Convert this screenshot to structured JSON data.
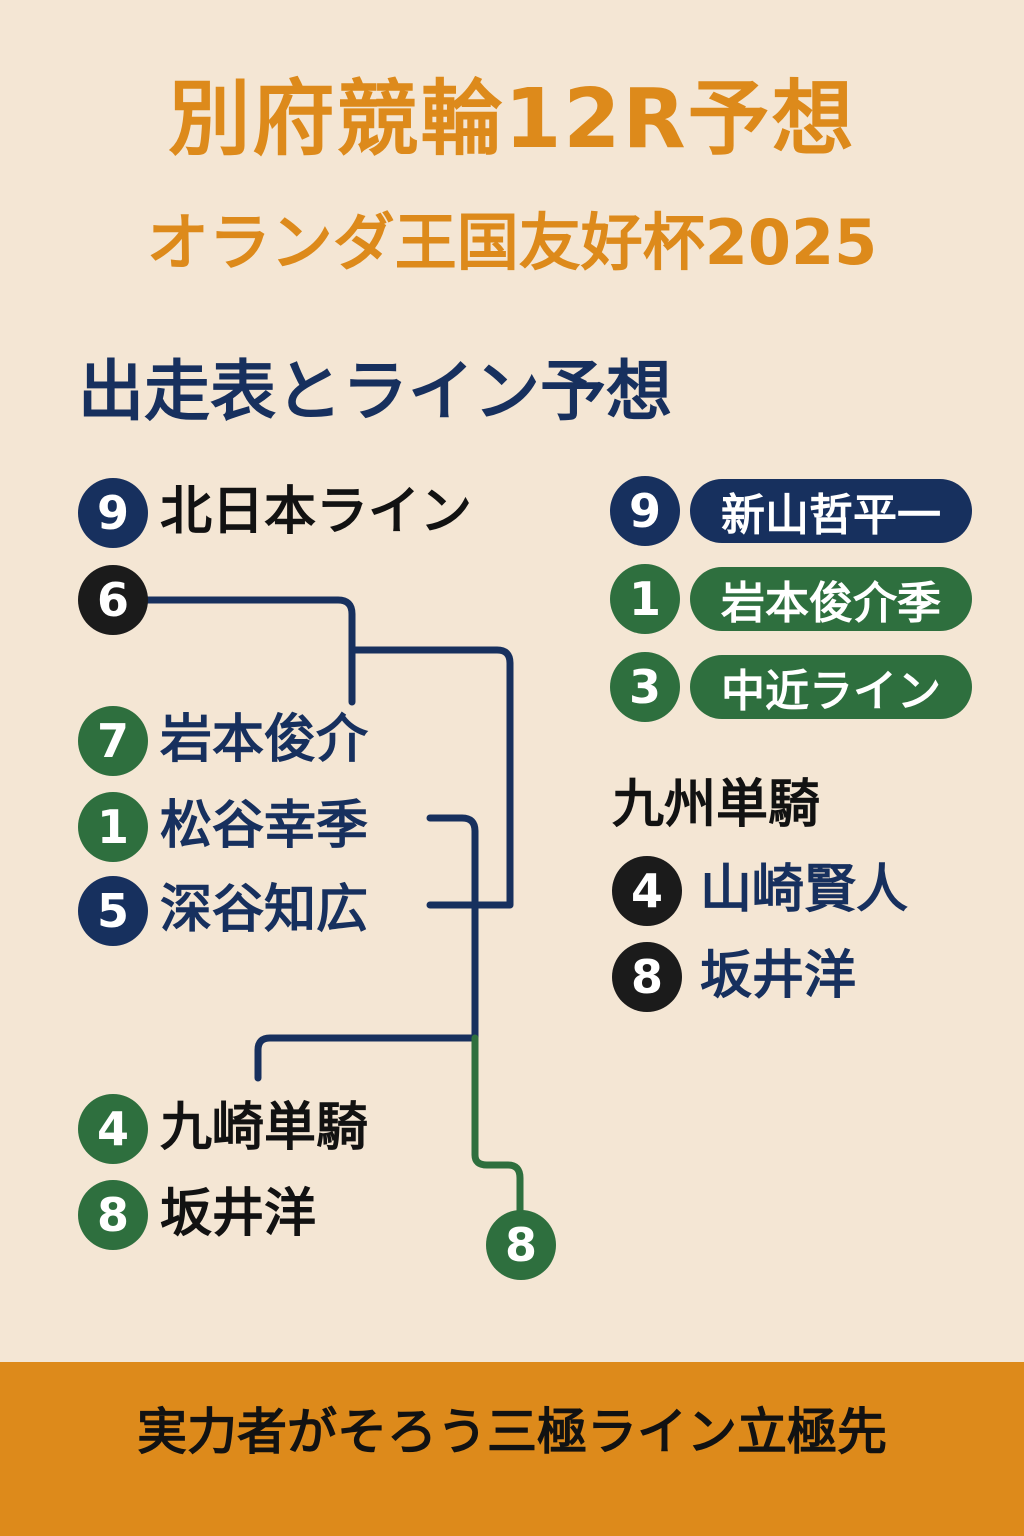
{
  "header": {
    "title": "別府競輪12R予想",
    "subtitle": "オランダ王国友好杯2025"
  },
  "section_title": "出走表とライン予想",
  "left_column": {
    "line_label": {
      "number": "9",
      "text": "北日本ライン"
    },
    "start_number": "6",
    "riders": [
      {
        "number": "7",
        "name": "岩本俊介"
      },
      {
        "number": "1",
        "name": "松谷幸季"
      },
      {
        "number": "5",
        "name": "深谷知広"
      },
      {
        "number": "4",
        "name": "九崎単騎"
      },
      {
        "number": "8",
        "name": "坂井洋"
      }
    ],
    "end_number": "8"
  },
  "right_column": {
    "lines": [
      {
        "number": "9",
        "label": "新山哲平一",
        "color": "#17305e"
      },
      {
        "number": "1",
        "label": "岩本俊介季",
        "color": "#2e6f3e"
      },
      {
        "number": "3",
        "label": "中近ライン",
        "color": "#2e6f3e"
      }
    ],
    "subheading": "九州単騎",
    "riders": [
      {
        "number": "4",
        "name": "山崎賢人"
      },
      {
        "number": "8",
        "name": "坂井洋"
      }
    ]
  },
  "footer": {
    "text": "実力者がそろう三極ライン立極先"
  },
  "colors": {
    "background": "#f4e6d4",
    "accent_orange": "#dd8a1b",
    "navy": "#17305e",
    "green": "#2e6f3e",
    "black": "#1b1b1b"
  }
}
